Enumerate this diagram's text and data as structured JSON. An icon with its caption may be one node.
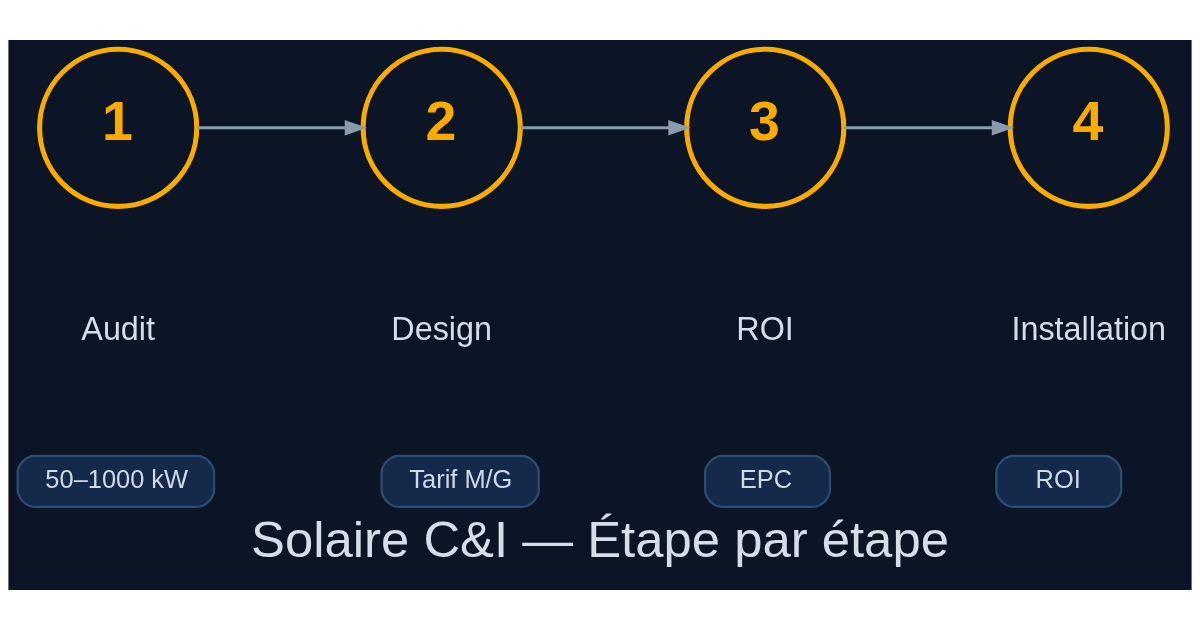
{
  "diagram": {
    "title": "Solaire C&I — Étape par étape",
    "nodes": [
      {
        "text": [
          "1"
        ],
        "beside": [
          "Audit"
        ]
      },
      {
        "text": [
          "2"
        ],
        "beside": [
          "Design"
        ]
      },
      {
        "text": [
          "3"
        ],
        "beside": [
          "ROI"
        ]
      },
      {
        "text": [
          "4"
        ],
        "beside": [
          "Installation"
        ]
      },
      {
        "text": [
          "50–1000 kW"
        ]
      },
      {
        "text": [
          "Tarif M/G"
        ]
      },
      {
        "text": [
          "EPC"
        ]
      },
      {
        "text": [
          "ROI"
        ]
      }
    ],
    "edges": [
      {
        "from": 0,
        "to": 1,
        "arrow": "to"
      },
      {
        "from": 1,
        "to": 2,
        "arrow": "to"
      },
      {
        "from": 2,
        "to": 3,
        "arrow": "to"
      }
    ]
  }
}
